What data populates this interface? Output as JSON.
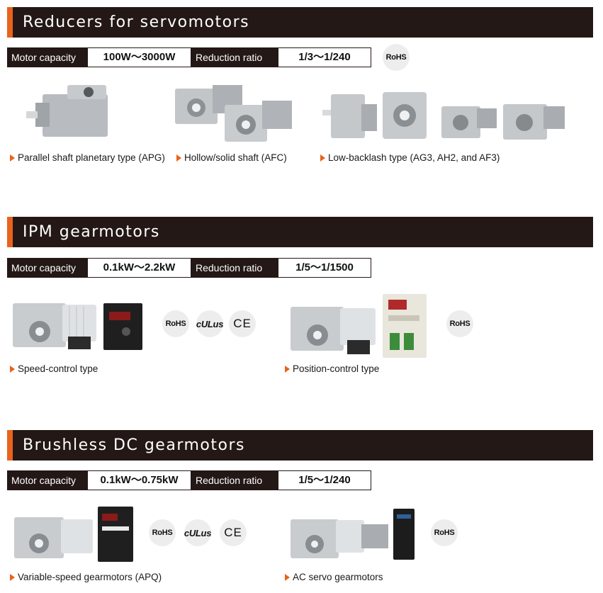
{
  "sections": [
    {
      "title": "Reducers for servomotors",
      "motor_capacity_label": "Motor capacity",
      "motor_capacity_value": "100W～3000W",
      "reduction_ratio_label": "Reduction ratio",
      "reduction_ratio_value": "1/3～1/240",
      "badges": [
        "RoHS"
      ],
      "products": [
        {
          "caption": "Parallel shaft planetary type (APG)"
        },
        {
          "caption": "Hollow/solid shaft (AFC)"
        },
        {
          "caption": "Low-backlash type (AG3, AH2, and AF3)"
        }
      ]
    },
    {
      "title": "IPM gearmotors",
      "motor_capacity_label": "Motor capacity",
      "motor_capacity_value": "0.1kW～2.2kW",
      "reduction_ratio_label": "Reduction ratio",
      "reduction_ratio_value": "1/5～1/1500",
      "products": [
        {
          "caption": "Speed-control type",
          "badges": [
            "RoHS",
            "cULus",
            "CE"
          ]
        },
        {
          "caption": "Position-control type",
          "badges": [
            "RoHS"
          ]
        }
      ]
    },
    {
      "title": "Brushless DC gearmotors",
      "motor_capacity_label": "Motor capacity",
      "motor_capacity_value": "0.1kW～0.75kW",
      "reduction_ratio_label": "Reduction ratio",
      "reduction_ratio_value": "1/5～1/240",
      "products": [
        {
          "caption": "Variable-speed gearmotors (APQ)",
          "badges": [
            "RoHS",
            "cULus",
            "CE"
          ]
        },
        {
          "caption": "AC servo gearmotors",
          "badges": [
            "RoHS"
          ]
        }
      ]
    }
  ],
  "icons": {
    "caption_marker": "triangle-right-icon"
  },
  "colors": {
    "header_bg": "#231815",
    "accent": "#e8631c",
    "badge_bg": "#ededed"
  }
}
